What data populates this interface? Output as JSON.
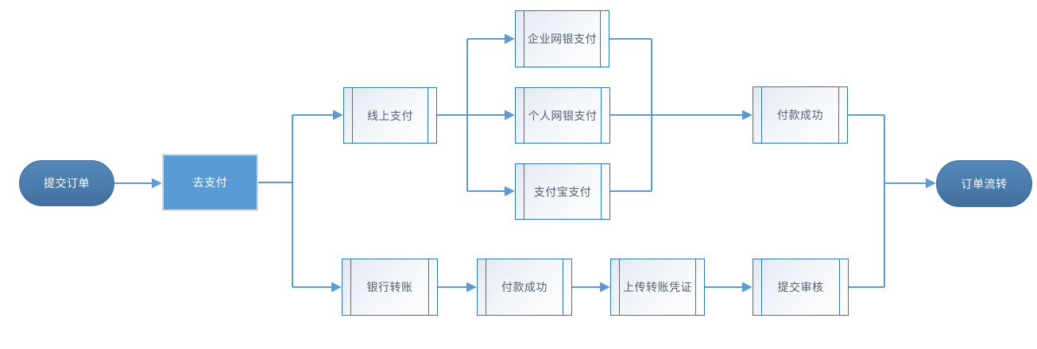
{
  "diagram": {
    "type": "flowchart",
    "nodes": {
      "start": {
        "label": "提交订单",
        "shape": "terminator"
      },
      "go_pay": {
        "label": "去支付",
        "shape": "action"
      },
      "online_payment": {
        "label": "线上支付",
        "shape": "predefined-process"
      },
      "corporate_ebank": {
        "label": "企业网银支付",
        "shape": "predefined-process"
      },
      "personal_ebank": {
        "label": "个人网银支付",
        "shape": "predefined-process"
      },
      "alipay": {
        "label": "支付宝支付",
        "shape": "predefined-process"
      },
      "pay_success_online": {
        "label": "付款成功",
        "shape": "predefined-process"
      },
      "bank_transfer": {
        "label": "银行转账",
        "shape": "predefined-process"
      },
      "pay_success_transfer": {
        "label": "付款成功",
        "shape": "predefined-process"
      },
      "upload_voucher": {
        "label": "上传转账凭证",
        "shape": "predefined-process"
      },
      "submit_review": {
        "label": "提交审核",
        "shape": "predefined-process"
      },
      "end": {
        "label": "订单流转",
        "shape": "terminator"
      }
    },
    "edges": [
      {
        "from": "start",
        "to": "go_pay"
      },
      {
        "from": "go_pay",
        "to": "online_payment"
      },
      {
        "from": "go_pay",
        "to": "bank_transfer"
      },
      {
        "from": "online_payment",
        "to": "corporate_ebank"
      },
      {
        "from": "online_payment",
        "to": "personal_ebank"
      },
      {
        "from": "online_payment",
        "to": "alipay"
      },
      {
        "from": "corporate_ebank",
        "to": "pay_success_online"
      },
      {
        "from": "personal_ebank",
        "to": "pay_success_online"
      },
      {
        "from": "alipay",
        "to": "pay_success_online"
      },
      {
        "from": "pay_success_online",
        "to": "end"
      },
      {
        "from": "bank_transfer",
        "to": "pay_success_transfer"
      },
      {
        "from": "pay_success_transfer",
        "to": "upload_voucher"
      },
      {
        "from": "upload_voucher",
        "to": "submit_review"
      },
      {
        "from": "submit_review",
        "to": "end"
      }
    ],
    "colors": {
      "terminator_fill": "#4a7cac",
      "terminator_border": "#3e6c96",
      "action_fill": "#5b9bd5",
      "action_border": "#d9d9d9",
      "process_border": "#2e75b6",
      "process_fill_from": "#e3e8f1",
      "process_fill_to": "#ffffff",
      "process_text": "#51606f",
      "connector": "#5b9bd5",
      "background": "#ffffff"
    }
  }
}
